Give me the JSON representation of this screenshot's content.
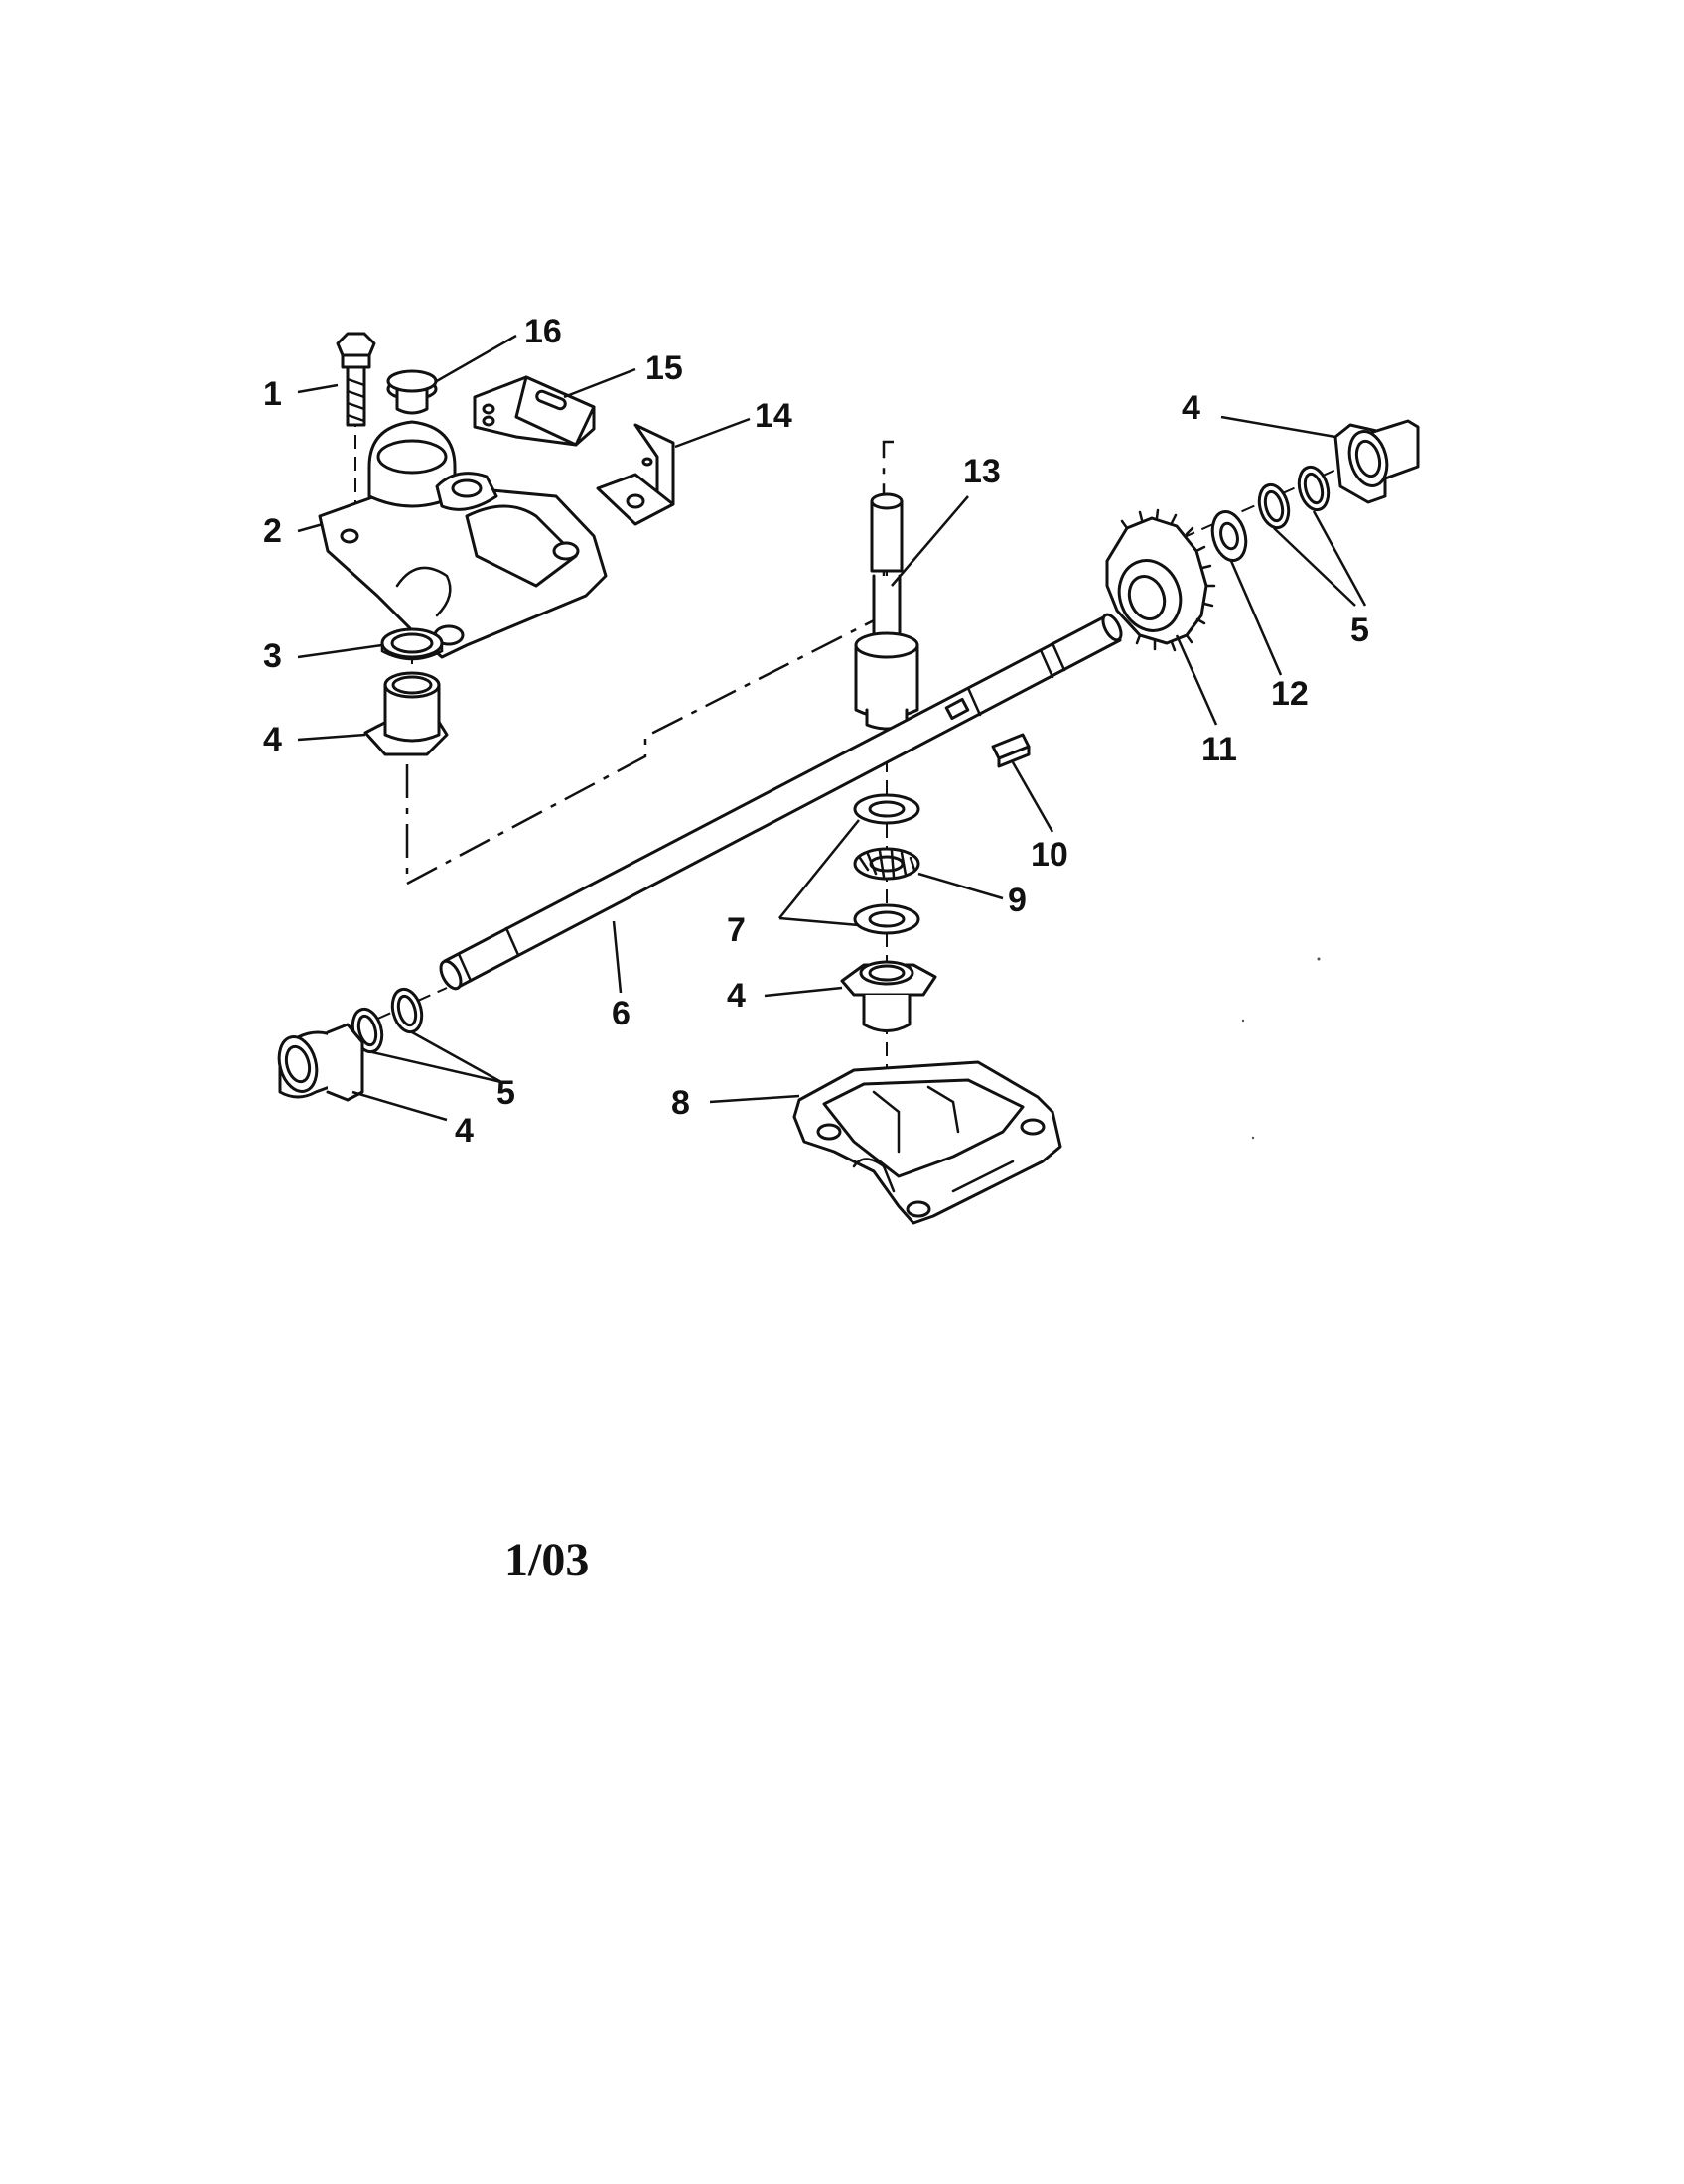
{
  "diagram": {
    "callouts": [
      {
        "id": "c1",
        "label": "1"
      },
      {
        "id": "c2",
        "label": "2"
      },
      {
        "id": "c3",
        "label": "3"
      },
      {
        "id": "c4a",
        "label": "4"
      },
      {
        "id": "c4b",
        "label": "4"
      },
      {
        "id": "c4c",
        "label": "4"
      },
      {
        "id": "c4d",
        "label": "4"
      },
      {
        "id": "c5a",
        "label": "5"
      },
      {
        "id": "c5b",
        "label": "5"
      },
      {
        "id": "c6",
        "label": "6"
      },
      {
        "id": "c7",
        "label": "7"
      },
      {
        "id": "c8",
        "label": "8"
      },
      {
        "id": "c9",
        "label": "9"
      },
      {
        "id": "c10",
        "label": "10"
      },
      {
        "id": "c11",
        "label": "11"
      },
      {
        "id": "c12",
        "label": "12"
      },
      {
        "id": "c13",
        "label": "13"
      },
      {
        "id": "c14",
        "label": "14"
      },
      {
        "id": "c15",
        "label": "15"
      },
      {
        "id": "c16",
        "label": "16"
      }
    ],
    "date_code": "1/03"
  }
}
